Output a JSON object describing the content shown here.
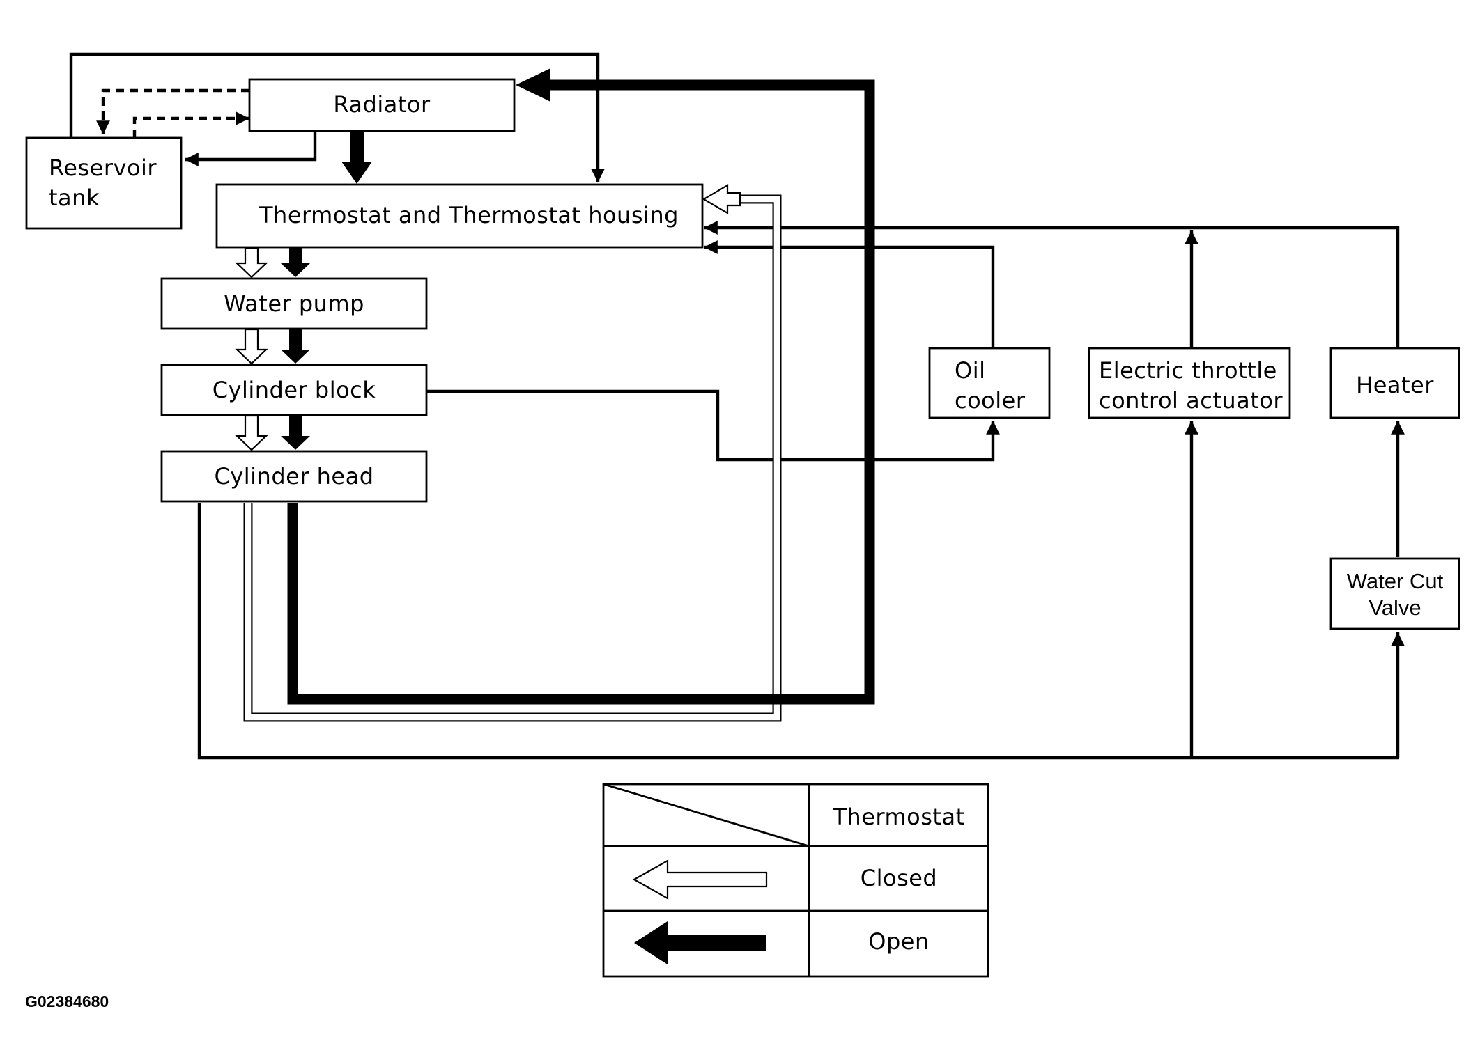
{
  "diagram": {
    "nodes": {
      "radiator": "Radiator",
      "reservoir_line1": "Reservoir",
      "reservoir_line2": "tank",
      "thermostat": "Thermostat and Thermostat housing",
      "water_pump": "Water pump",
      "cylinder_block": "Cylinder block",
      "cylinder_head": "Cylinder head",
      "oil_cooler_line1": "Oil",
      "oil_cooler_line2": "cooler",
      "throttle_line1": "Electric throttle",
      "throttle_line2": "control actuator",
      "heater": "Heater",
      "water_cut_line1": "Water Cut",
      "water_cut_line2": "Valve"
    },
    "legend": {
      "header": "Thermostat",
      "closed": "Closed",
      "open": "Open"
    },
    "figure_code": "G02384680"
  }
}
